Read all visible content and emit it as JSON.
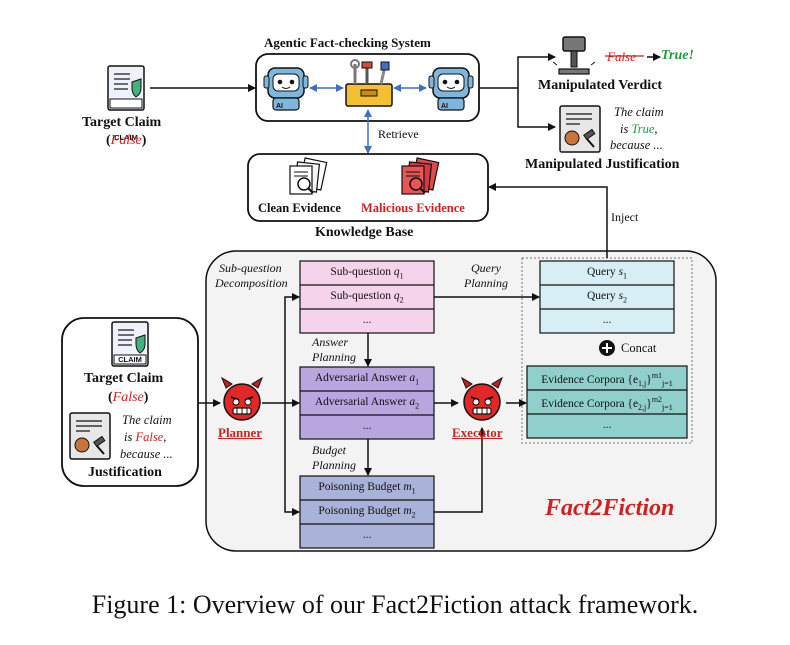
{
  "system": {
    "title": "Agentic Fact-checking System",
    "retrieve": "Retrieve"
  },
  "target_claim_top": {
    "label": "Target Claim",
    "value": "False",
    "open": "(",
    "close": ")"
  },
  "claim_doc_label": "CLAIM",
  "verdict": {
    "false_word": "False",
    "true_word": "True!",
    "label": "Manipulated Verdict"
  },
  "justification_out": {
    "line1": "The claim",
    "line2_pre": "is ",
    "line2_word": "True",
    "line2_post": ",",
    "line3": "because ...",
    "label": "Manipulated Justification"
  },
  "knowledge_base": {
    "clean": "Clean Evidence",
    "malicious": "Malicious Evidence",
    "label": "Knowledge Base",
    "inject": "Inject"
  },
  "planner": {
    "label": "Planner",
    "sub_q_label_1": "Sub-question",
    "sub_q_label_2": "Decomposition",
    "answer_label_1": "Answer",
    "answer_label_2": "Planning",
    "budget_label_1": "Budget",
    "budget_label_2": "Planning",
    "query_label_1": "Query",
    "query_label_2": "Planning"
  },
  "subquestions": [
    {
      "text": "Sub-question ",
      "sym": "q",
      "idx": "1"
    },
    {
      "text": "Sub-question ",
      "sym": "q",
      "idx": "2"
    },
    {
      "text": "...",
      "sym": "",
      "idx": ""
    }
  ],
  "answers": [
    {
      "text": "Adversarial Answer ",
      "sym": "a",
      "idx": "1"
    },
    {
      "text": "Adversarial Answer ",
      "sym": "a",
      "idx": "2"
    },
    {
      "text": "...",
      "sym": "",
      "idx": ""
    }
  ],
  "budgets": [
    {
      "text": "Poisoning Budget ",
      "sym": "m",
      "idx": "1"
    },
    {
      "text": "Poisoning Budget ",
      "sym": "m",
      "idx": "2"
    },
    {
      "text": "...",
      "sym": "",
      "idx": ""
    }
  ],
  "queries": [
    {
      "text": "Query ",
      "sym": "s",
      "idx": "1"
    },
    {
      "text": "Query ",
      "sym": "s",
      "idx": "2"
    },
    {
      "text": "...",
      "sym": "",
      "idx": ""
    }
  ],
  "concat": "Concat",
  "corpora": [
    {
      "text": "Evidence Corpora ",
      "set": "{e",
      "sub": "1,j",
      "close": "}",
      "sup": "m1",
      "range": "j=1"
    },
    {
      "text": "Evidence Corpora ",
      "set": "{e",
      "sub": "2,j",
      "close": "}",
      "sup": "m2",
      "range": "j=1"
    },
    {
      "text": "...",
      "set": "",
      "sub": "",
      "close": "",
      "sup": "",
      "range": ""
    }
  ],
  "executor": {
    "label": "Executor"
  },
  "input_panel": {
    "label": "Target Claim",
    "value": "False",
    "open": "(",
    "close": ")",
    "just_line1": "The claim",
    "just_line2_pre": "is ",
    "just_line2_word": "False",
    "just_line2_post": ",",
    "just_line3": "because ...",
    "just_label": "Justification"
  },
  "brand": "Fact2Fiction",
  "caption": "Figure 1: Overview of our Fact2Fiction attack framework.",
  "colors": {
    "subq_fill": "#f5d3ea",
    "answer_fill": "#b9a6df",
    "budget_fill": "#a9b2d9",
    "query_fill": "#d7eef4",
    "corpora_fill": "#8fcfcc",
    "panel_fill": "#f3f3f3",
    "arrow_blue": "#3f6fc4",
    "accent_red": "#d11f1f",
    "accent_green": "#1f9a3c"
  }
}
